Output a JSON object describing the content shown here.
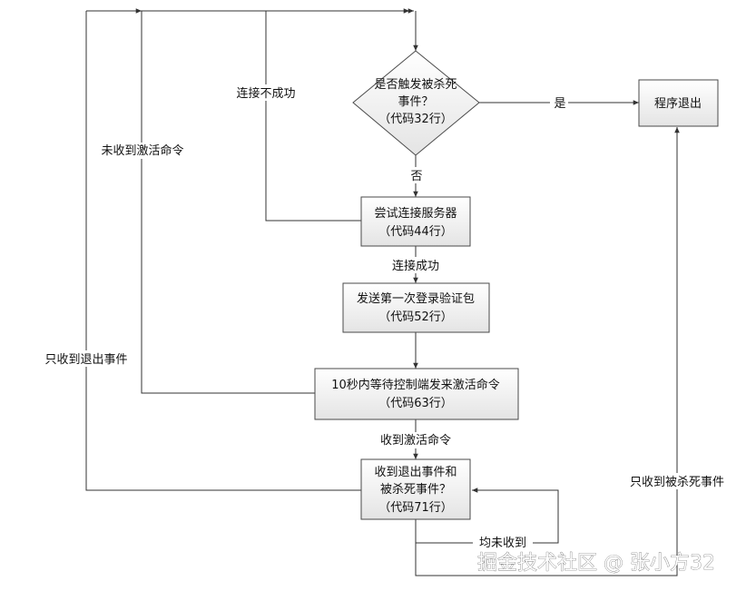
{
  "diagram": {
    "nodes": {
      "decision_kill": {
        "lines": [
          "是否触发被杀死",
          "事件？",
          "（代码32行）"
        ]
      },
      "exit": {
        "lines": [
          "程序退出"
        ]
      },
      "connect": {
        "lines": [
          "尝试连接服务器",
          "（代码44行）"
        ]
      },
      "send_login": {
        "lines": [
          "发送第一次登录验证包",
          "（代码52行）"
        ]
      },
      "wait_activate": {
        "lines": [
          "10秒内等待控制端发来激活命令",
          "（代码63行）"
        ]
      },
      "check_events": {
        "lines": [
          "收到退出事件和",
          "被杀死事件？",
          "（代码71行）"
        ]
      }
    },
    "edge_labels": {
      "yes": "是",
      "no": "否",
      "connect_fail": "连接不成功",
      "connect_ok": "连接成功",
      "not_activated": "未收到激活命令",
      "activated": "收到激活命令",
      "only_exit": "只收到退出事件",
      "only_kill": "只收到被杀死事件",
      "none_received": "均未收到"
    }
  },
  "watermark": "掘金技术社区 @ 张小方32"
}
